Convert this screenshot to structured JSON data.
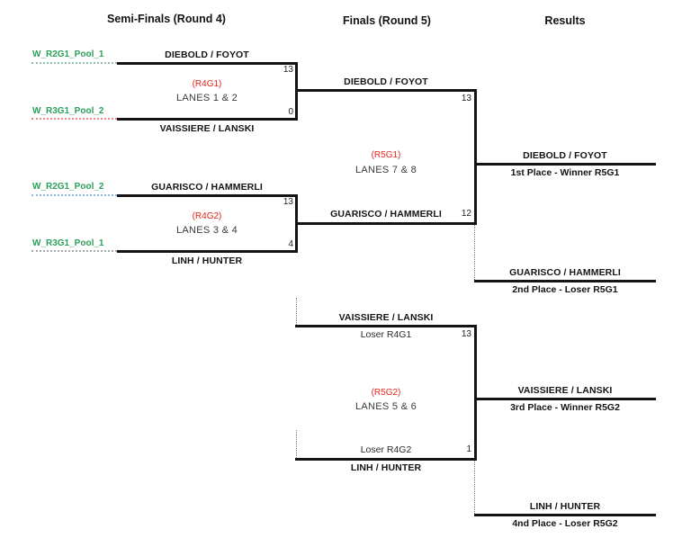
{
  "headers": {
    "semifinals": "Semi-Finals (Round 4)",
    "finals": "Finals (Round 5)",
    "results": "Results"
  },
  "colors": {
    "line": "#141414",
    "green_label": "#2ba05a",
    "red_label": "#e3261a",
    "dotted_connector": "#777777",
    "underline_pool_1": "#8fbfa8",
    "underline_pool_2": "#e58a80",
    "underline_pool_3": "#8fb8dc",
    "underline_pool_4": "#a8a8a8"
  },
  "semifinals": [
    {
      "game_id": "(R4G1)",
      "lanes": "LANES 1 & 2",
      "top_source": "W_R2G1_Pool_1",
      "top_team": "DIEBOLD / FOYOT",
      "top_score": "13",
      "bottom_source": "W_R3G1_Pool_2",
      "bottom_team": "VAISSIERE / LANSKI",
      "bottom_score": "0"
    },
    {
      "game_id": "(R4G2)",
      "lanes": "LANES 3 & 4",
      "top_source": "W_R2G1_Pool_2",
      "top_team": "GUARISCO / HAMMERLI",
      "top_score": "13",
      "bottom_source": "W_R3G1_Pool_1",
      "bottom_team": "LINH / HUNTER",
      "bottom_score": "4"
    }
  ],
  "finals": [
    {
      "game_id": "(R5G1)",
      "lanes": "LANES 7 & 8",
      "top_team": "DIEBOLD / FOYOT",
      "top_score": "13",
      "bottom_team": "GUARISCO / HAMMERLI",
      "bottom_score": "12"
    },
    {
      "game_id": "(R5G2)",
      "lanes": "LANES 5 & 6",
      "top_team": "VAISSIERE / LANSKI",
      "top_note": "Loser R4G1",
      "top_score": "13",
      "bottom_team": "LINH / HUNTER",
      "bottom_note": "Loser R4G2",
      "bottom_score": "1"
    }
  ],
  "results": [
    {
      "team": "DIEBOLD / FOYOT",
      "caption": "1st Place - Winner R5G1"
    },
    {
      "team": "GUARISCO / HAMMERLI",
      "caption": "2nd Place - Loser R5G1"
    },
    {
      "team": "VAISSIERE / LANSKI",
      "caption": "3rd Place - Winner R5G2"
    },
    {
      "team": "LINH / HUNTER",
      "caption": "4nd Place - Loser R5G2"
    }
  ]
}
